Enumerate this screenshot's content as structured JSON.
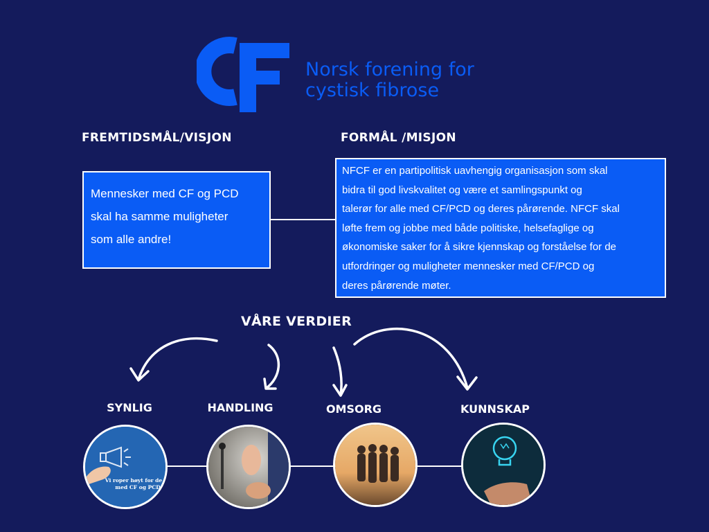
{
  "brand": {
    "logo_text": "CF",
    "org_line_1": "Norsk forening for",
    "org_line_2": "cystisk fibrose",
    "color": "#0a5cf5"
  },
  "vision": {
    "heading": "FREMTIDSMÅL/VISJON",
    "lines": [
      "Mennesker med CF og PCD",
      "skal ha samme muligheter",
      "som alle andre!"
    ]
  },
  "mission": {
    "heading": "FORMÅL /MISJON",
    "lines": [
      "NFCF er en partipolitisk uavhengig organisasjon som skal",
      "bidra til god livskvalitet og være et samlingspunkt og",
      "talerør for alle med CF/PCD og deres pårørende. NFCF skal",
      "løfte frem og jobbe med både politiske, helsefaglige og",
      "økonomiske saker for å sikre kjennskap og forståelse for de",
      "utfordringer og muligheter mennesker med CF/PCD og",
      "deres pårørende møter."
    ]
  },
  "values": {
    "heading": "VÅRE VERDIER",
    "items": [
      {
        "label": "SYNLIG",
        "image_caption": "Vi roper høyt for de med CF og PCD",
        "icon": "megaphone-icon"
      },
      {
        "label": "HANDLING",
        "icon": "raised-hands-photo"
      },
      {
        "label": "OMSORG",
        "icon": "group-hug-photo"
      },
      {
        "label": "KUNNSKAP",
        "icon": "lightbulb-brain-icon"
      }
    ]
  },
  "colors": {
    "background": "#141b5c",
    "box": "#0a5cf5",
    "text": "#ffffff"
  }
}
